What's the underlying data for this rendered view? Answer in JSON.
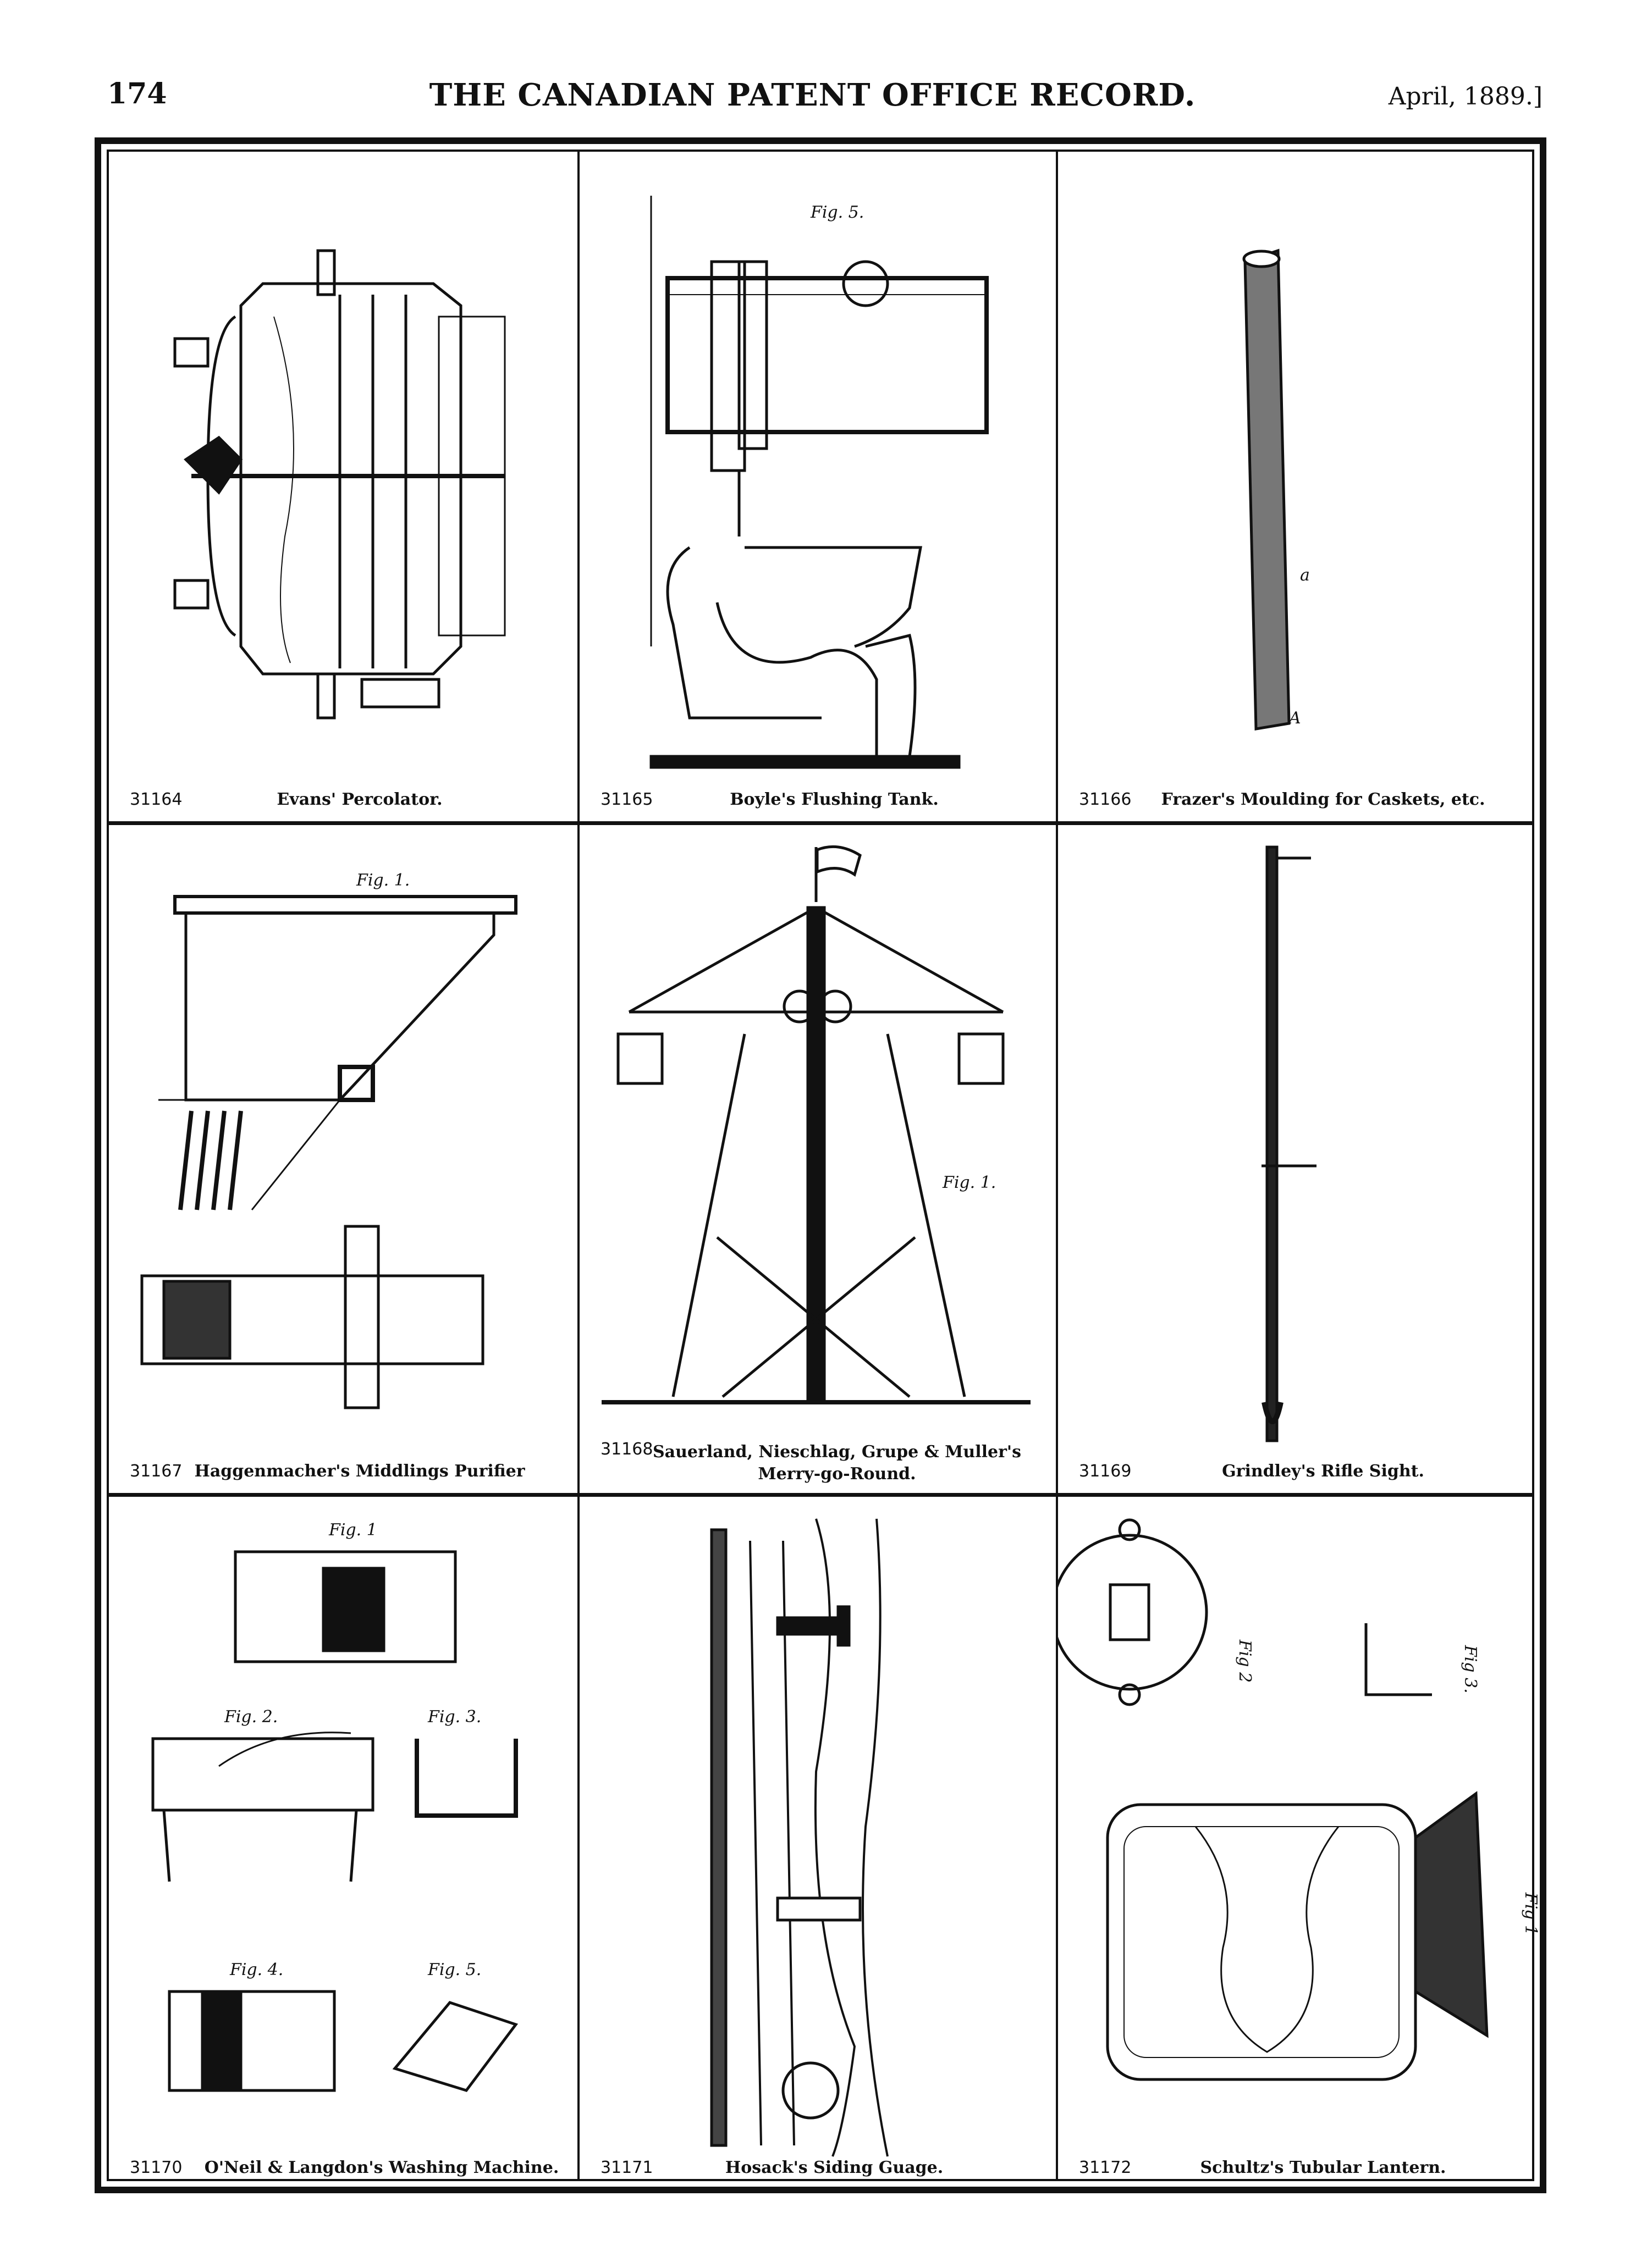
{
  "header": {
    "page_number": "174",
    "title": "THE CANADIAN PATENT OFFICE RECORD.",
    "date": "April, 1889.]"
  },
  "cells": [
    {
      "number": "31164",
      "title": "Evans' Percolator."
    },
    {
      "number": "31165",
      "title": "Boyle's Flushing Tank.",
      "fig": "Fig. 5."
    },
    {
      "number": "31166",
      "title": "Frazer's Moulding for Caskets, etc."
    },
    {
      "number": "31167",
      "title": "Haggenmacher's Middlings Purifier",
      "fig": "Fig. 1."
    },
    {
      "number": "31168",
      "title": "Sauerland, Nieschlag, Grupe & Muller's Merry-go-Round.",
      "fig": "Fig. 1."
    },
    {
      "number": "31169",
      "title": "Grindley's Rifle Sight."
    },
    {
      "number": "31170",
      "title": "O'Neil & Langdon's Washing Machine.",
      "figs": [
        "Fig. 1",
        "Fig. 2.",
        "Fig. 3.",
        "Fig. 4.",
        "Fig. 5."
      ]
    },
    {
      "number": "31171",
      "title": "Hosack's Siding Guage."
    },
    {
      "number": "31172",
      "title": "Schultz's Tubular Lantern.",
      "figs": [
        "Fig 1",
        "Fig 2",
        "Fig 3."
      ]
    }
  ]
}
